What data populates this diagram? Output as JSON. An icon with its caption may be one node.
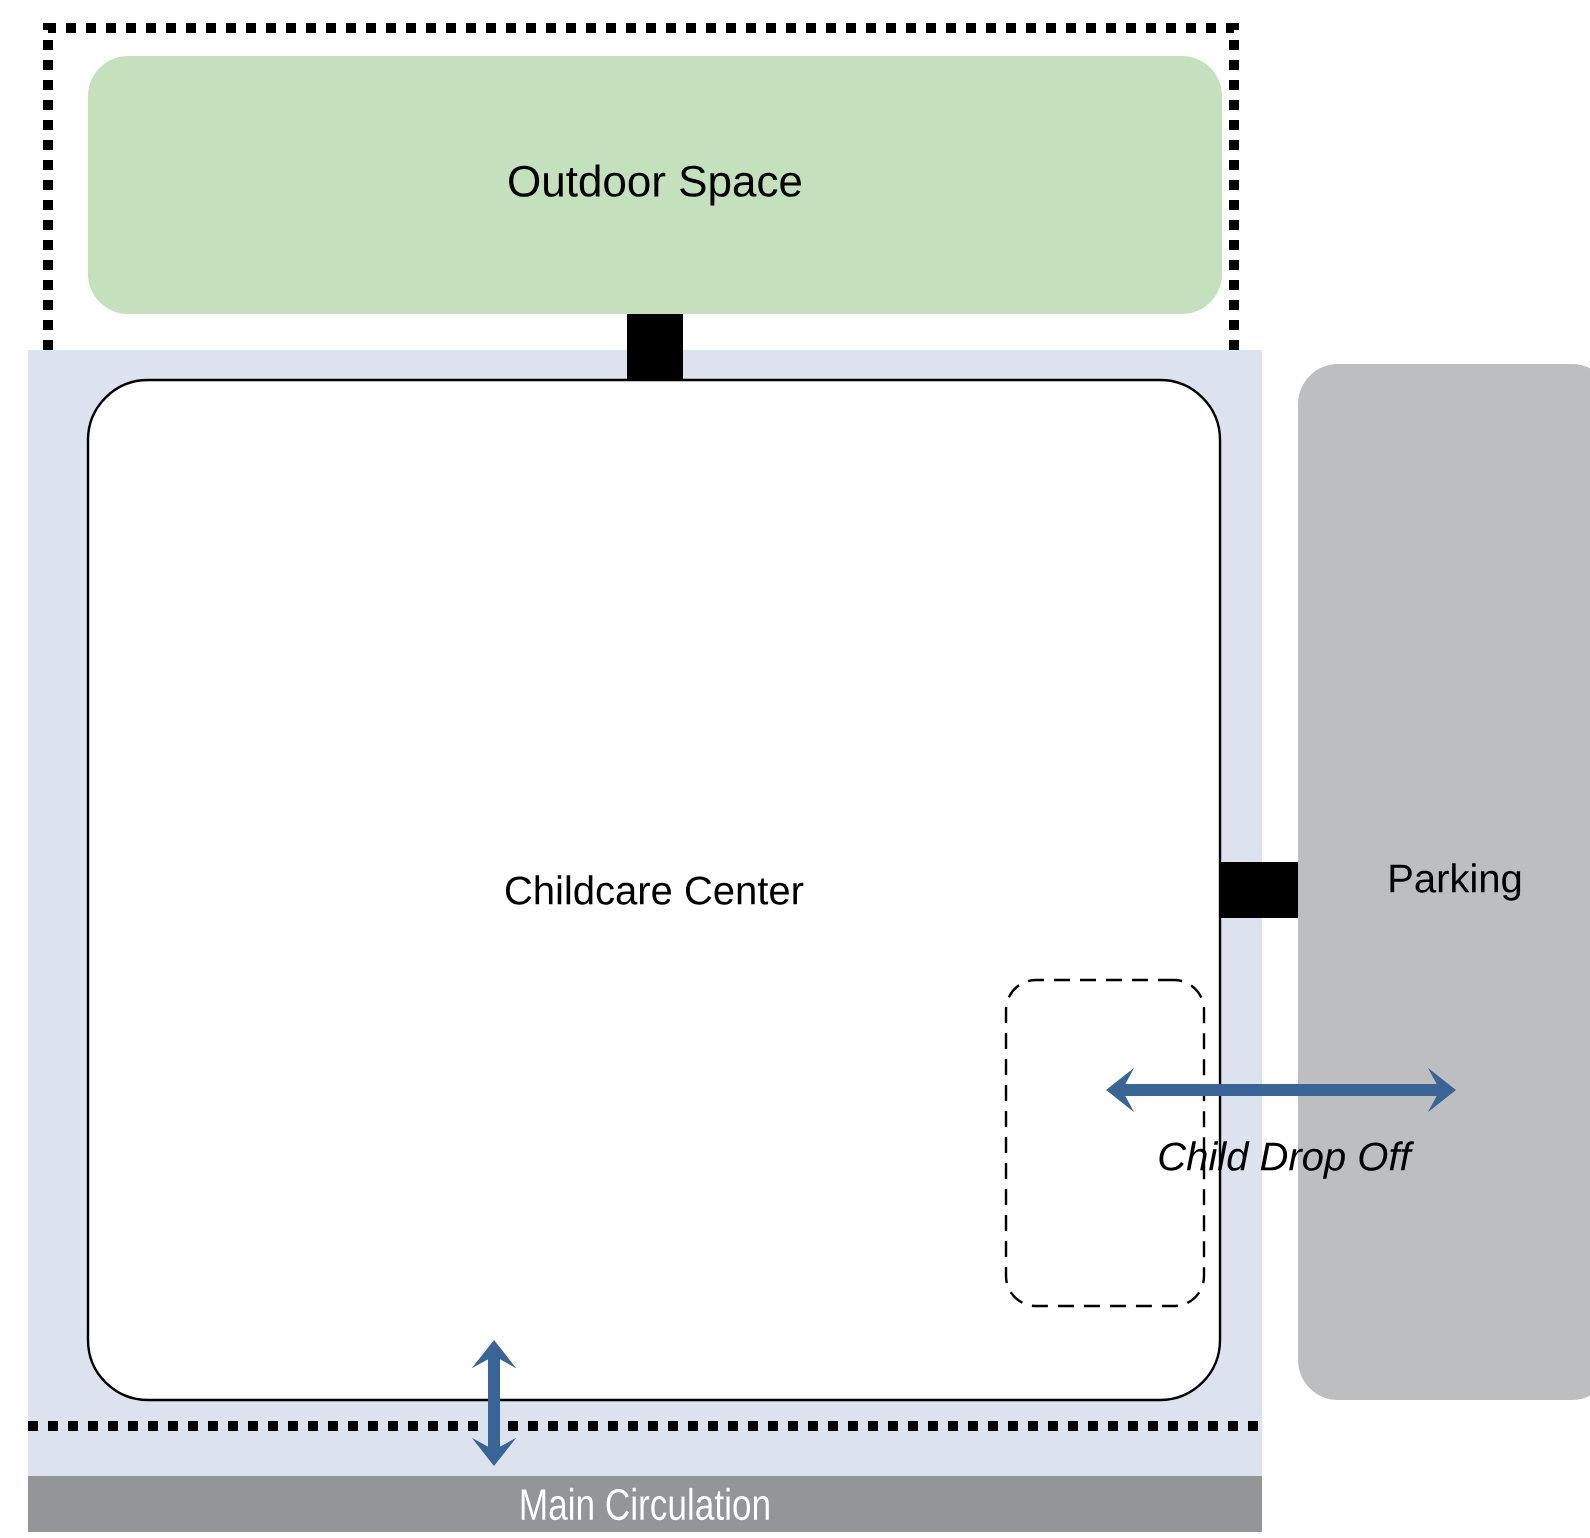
{
  "diagram": {
    "nodes": [
      {
        "text": [
          "Outdoor Space"
        ]
      },
      {
        "text": [
          "Childcare Center"
        ]
      },
      {
        "text": [
          "Parking"
        ]
      },
      {
        "text": [
          "Main Circulation"
        ]
      },
      {
        "text": [],
        "shape": "box",
        "in": 1
      }
    ],
    "edges": [
      {
        "from": 0,
        "to": 1,
        "arrow": "none",
        "style": "thick",
        "color": "#000000"
      },
      {
        "from": 1,
        "to": 2,
        "arrow": "none",
        "style": "thick",
        "color": "#000000"
      },
      {
        "from": 4,
        "to": 2,
        "arrow": "both",
        "label": "Child Drop Off",
        "color": "#3a6496"
      },
      {
        "from": 1,
        "to": 3,
        "arrow": "both",
        "color": "#3a6496"
      }
    ]
  }
}
